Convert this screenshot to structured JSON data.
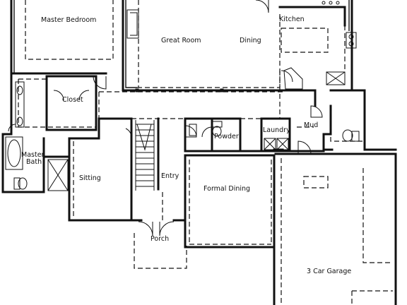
{
  "rooms": {
    "master_bedroom": "Master Bedroom",
    "great_room": "Great Room",
    "dining": "Dining",
    "kitchen": "Kitchen",
    "closet": "Closet",
    "powder": "Powder",
    "laundry": "Laundry",
    "mud": "Mud",
    "master_bath": "Master Bath",
    "sitting": "Sitting",
    "entry": "Entry",
    "formal_dining": "Formal Dining",
    "porch": "Porch",
    "garage": "3 Car Garage"
  }
}
